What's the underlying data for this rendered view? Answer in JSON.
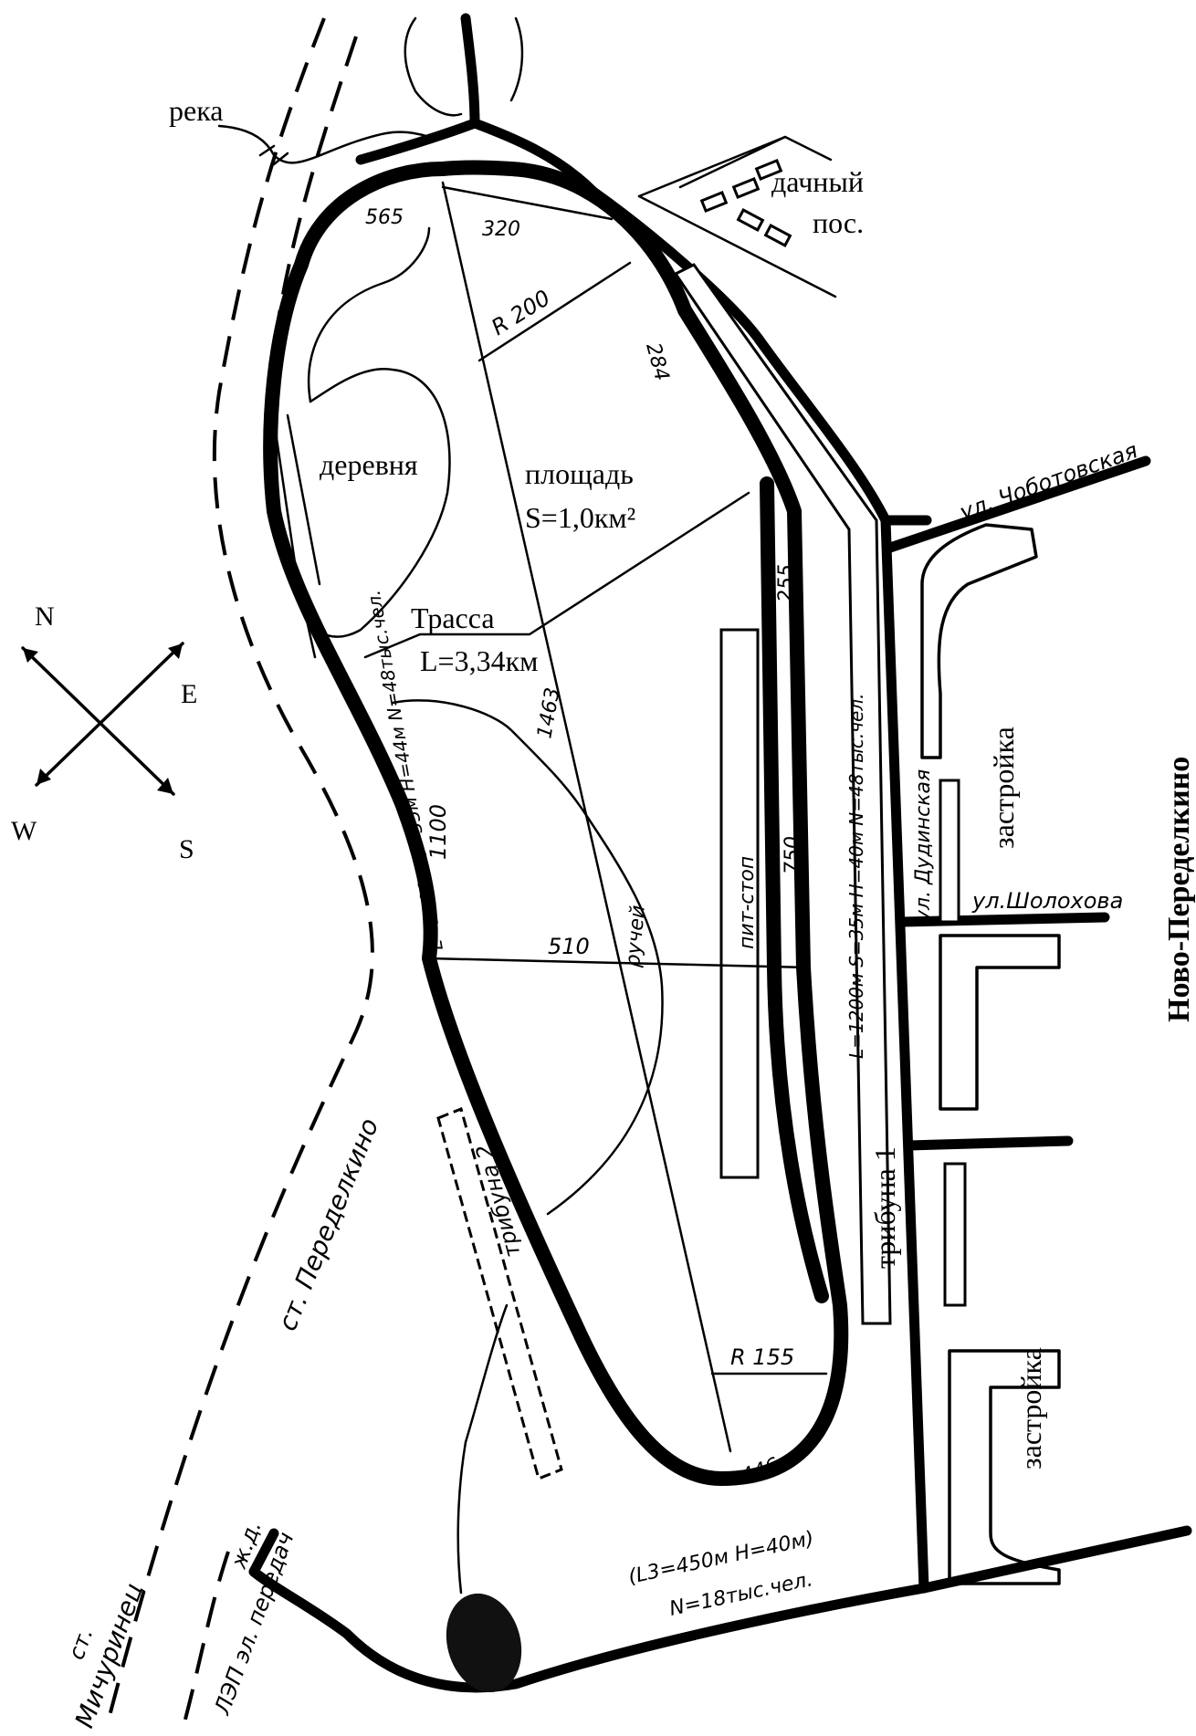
{
  "places": {
    "river": "река",
    "dacha": "дачный",
    "dacha2": "пос.",
    "village": "деревня",
    "area_title": "площадь",
    "area_value": "S=1,0км²",
    "track_title": "Трасса",
    "track_length": "L=3,34км",
    "pitstop": "пит-стоп",
    "stream": "ручей",
    "novo": "Ново-Переделкино",
    "zastroyka_1": "застройка",
    "zastroyka_2": "застройка",
    "station_peredelkino": "ст. Переделкино",
    "station_michurinets": "Мичуринец",
    "station_st": "ст.",
    "railway": "ж.д.",
    "power_line": "ЛЭП эл. передач"
  },
  "streets": {
    "chobotovskaya": "ул. Чоботовская",
    "sholokhova": "ул.Шолохова",
    "dudinskaya": "ул. Дудинская"
  },
  "compass": {
    "n": "N",
    "e": "E",
    "w": "W",
    "s": "S"
  },
  "stands": {
    "stand1_name": "трибуна 1",
    "stand1_specs": "L=1200м  S=35м  Н=40м  N=48тыс.чел.",
    "stand2_name": "трибуна 2",
    "stand2_specs": "L=1100м  S=35м  Н=44м  N=48тыс.чел.",
    "stand3_line1": "(L3=450м  Н=40м)",
    "stand3_line2": "N=18тыс.чел."
  },
  "dimensions": {
    "d565": "565",
    "d320": "320",
    "r200": "R 200",
    "d284": "284",
    "d255": "255",
    "d1463": "1463",
    "d1100": "1100",
    "d750": "750",
    "d510": "510",
    "r155": "R 155",
    "d446": "446"
  }
}
